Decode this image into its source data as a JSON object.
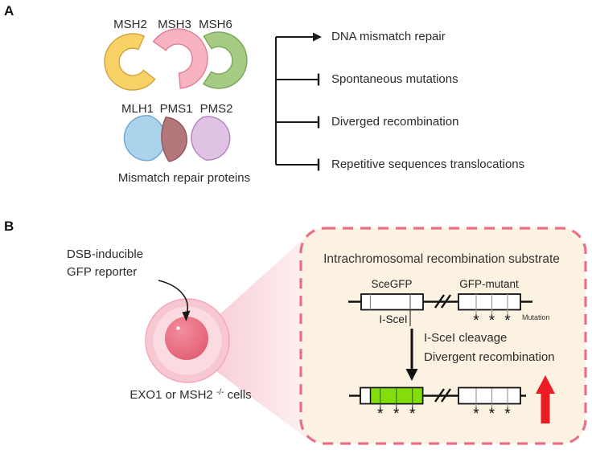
{
  "panel_a": {
    "label": "A",
    "proteins_top": [
      "MSH2",
      "MSH3",
      "MSH6"
    ],
    "proteins_bottom": [
      "MLH1",
      "PMS1",
      "PMS2"
    ],
    "caption": "Mismatch repair proteins",
    "outcomes": [
      {
        "label": "DNA mismatch repair",
        "relation": "promotes"
      },
      {
        "label": "Spontaneous mutations",
        "relation": "inhibits"
      },
      {
        "label": "Diverged recombination",
        "relation": "inhibits"
      },
      {
        "label": "Repetitive sequences translocations",
        "relation": "inhibits"
      }
    ],
    "colors": {
      "msh2": "#f8d266",
      "msh3": "#f7b3c0",
      "msh6": "#a6cb83",
      "mlh1": "#abd4ec",
      "pms1": "#b3777b",
      "pms2": "#e0c3e4"
    }
  },
  "panel_b": {
    "label": "B",
    "reporter_label": [
      "DSB-inducible",
      "GFP reporter"
    ],
    "cells_label": {
      "prefix": "EXO1 or MSH2",
      "superscript": "-/-",
      "suffix": " cells"
    },
    "cell_colors": {
      "membrane": "#f8c8d2",
      "cytoplasm": "#fbdbe2",
      "nucleus": "#e8697f"
    },
    "inset": {
      "title": "Intrachromosomal recombination substrate",
      "gene_left": "SceGFP",
      "gene_right": "GFP-mutant",
      "cut_site_label": "I-SceI",
      "mutation_label": "Mutation",
      "mutation_marker": "*",
      "step_lines": [
        "I-SceI cleavage",
        "Divergent recombination"
      ],
      "colors": {
        "background": "#fbf2e2",
        "border": "#e96f85",
        "recombined_gfp": "#83dd0b",
        "increase_arrow": "#ec1c24"
      }
    }
  }
}
